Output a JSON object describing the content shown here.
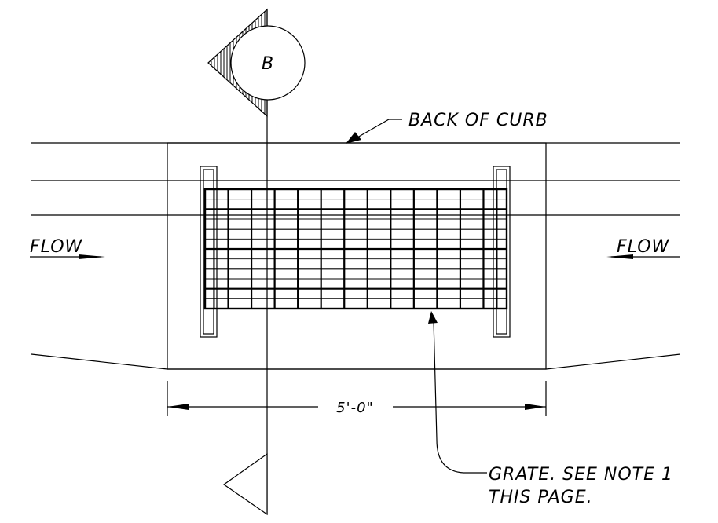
{
  "section_marker": {
    "label": "B"
  },
  "labels": {
    "back_of_curb": "BACK OF CURB",
    "flow_left": "FLOW",
    "flow_right": "FLOW",
    "dimension": "5'-0\"",
    "grate_line1": "GRATE. SEE NOTE 1",
    "grate_line2": "THIS PAGE."
  },
  "colors": {
    "line": "#000000",
    "background": "#ffffff"
  }
}
